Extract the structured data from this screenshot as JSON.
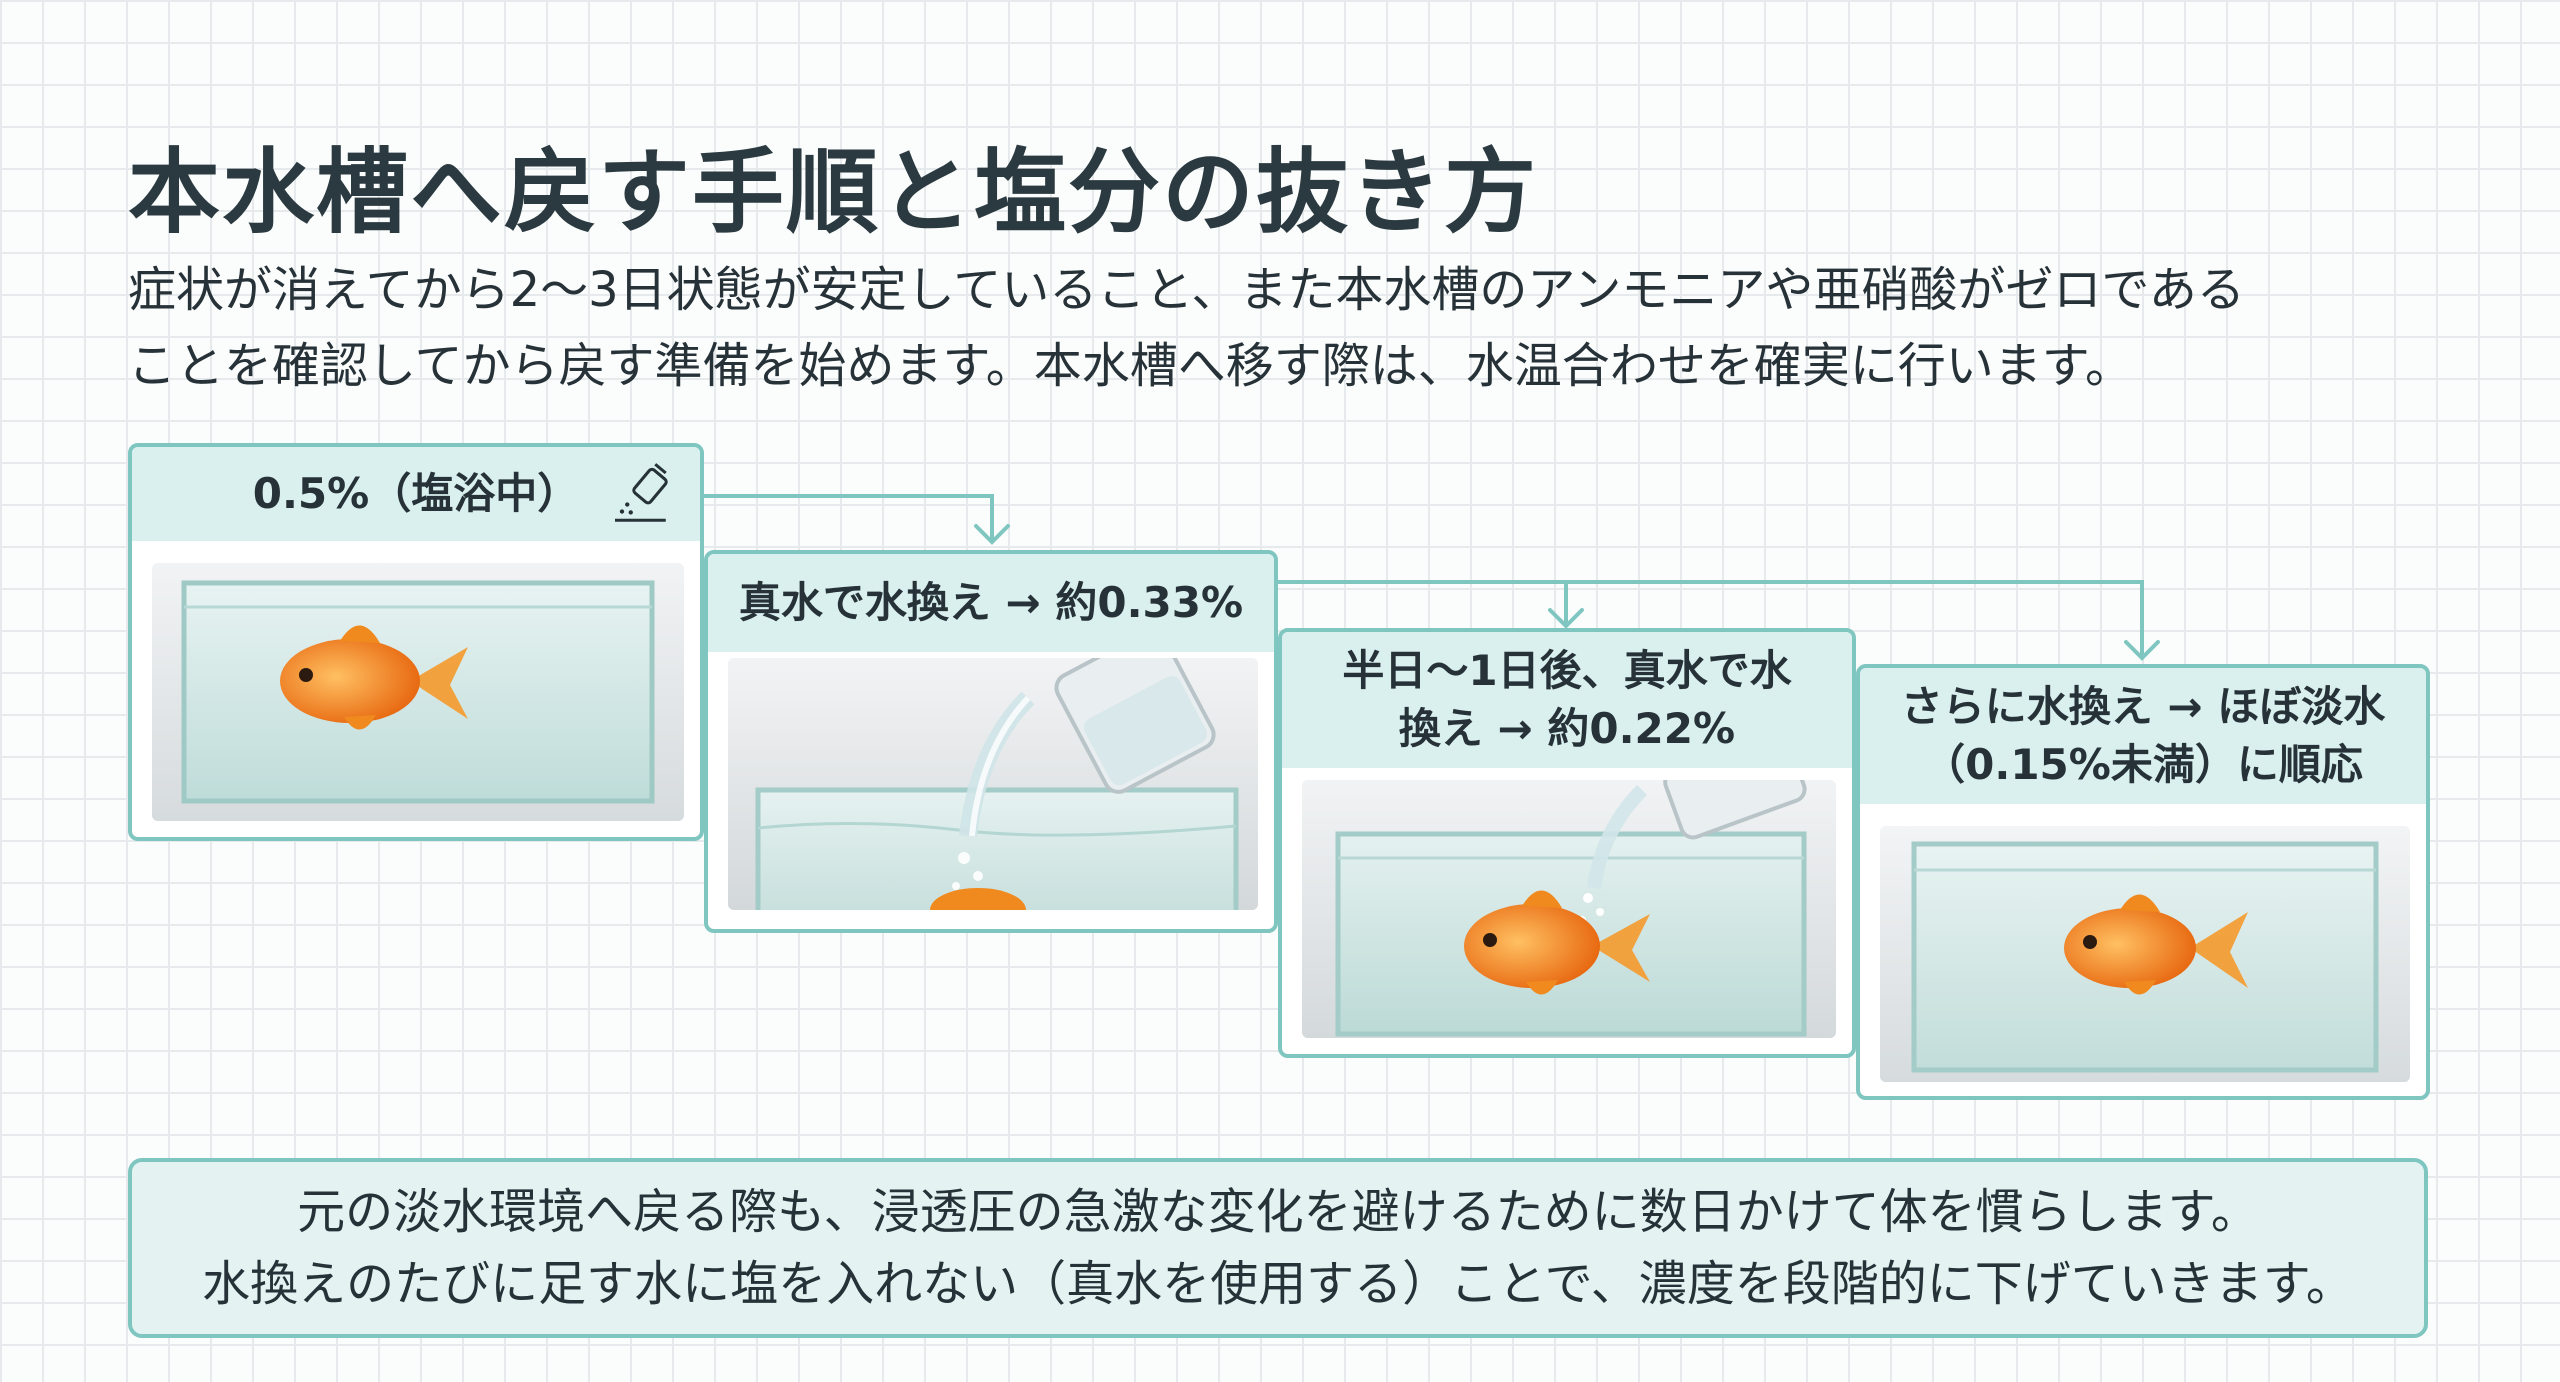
{
  "title": "本水槽へ戻す手順と塩分の抜き方",
  "intro": {
    "line1": "症状が消えてから2〜3日状態が安定していること、また本水槽のアンモニアや亜硝酸がゼロである",
    "line2": "ことを確認してから戻す準備を始めます。本水槽へ移す際は、水温合わせを確実に行います。"
  },
  "steps": [
    {
      "label": "0.5%（塩浴中）",
      "icon": "salt-shaker-icon",
      "image": "goldfish-in-tank"
    },
    {
      "label": "真水で水換え → 約0.33%",
      "image": "pouring-water-into-tank"
    },
    {
      "label": "半日〜1日後、真水で水換え → 約0.22%",
      "image": "pouring-water-goldfish-tank"
    },
    {
      "label": "さらに水換え → ほぼ淡水（0.15%未満）に順応",
      "image": "goldfish-in-tank"
    }
  ],
  "note": {
    "line1": "元の淡水環境へ戻る際も、浸透圧の急激な変化を避けるために数日かけて体を慣らします。",
    "line2": "水換えのたびに足す水に塩を入れない（真水を使用する）ことで、濃度を段階的に下げていきます。"
  },
  "colors": {
    "accent": "#7fc6c1",
    "header_bg": "#d9f0ee",
    "note_bg": "#e4f3f2",
    "text": "#263238"
  }
}
